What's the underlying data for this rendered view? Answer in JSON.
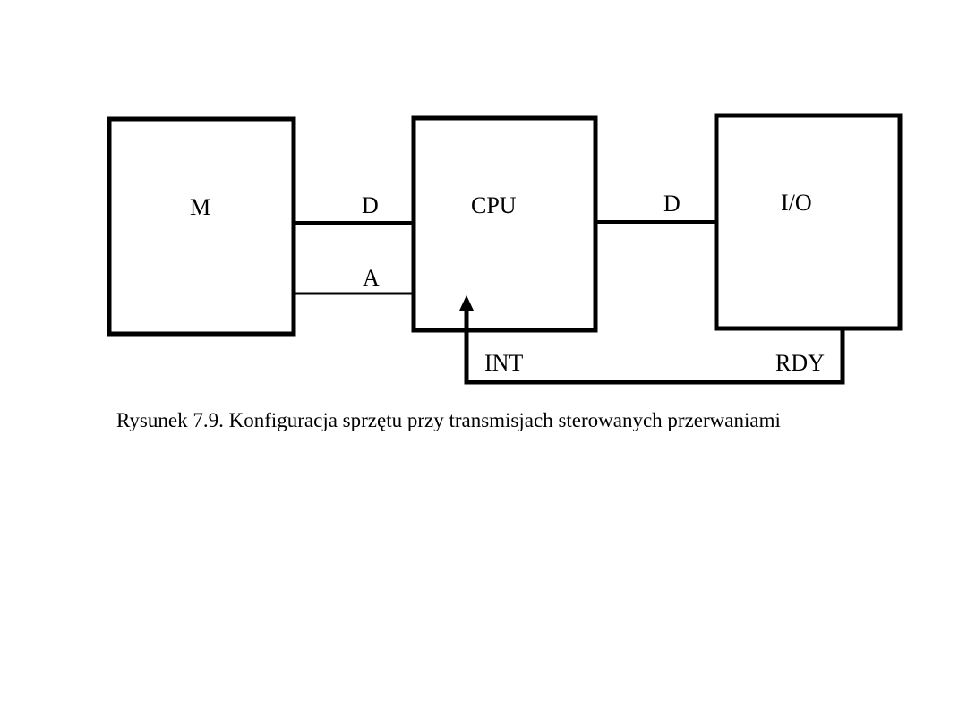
{
  "diagram": {
    "blocks": {
      "memory": "M",
      "cpu": "CPU",
      "io": "I/O"
    },
    "buses": {
      "mem_data": "D",
      "mem_address": "A",
      "io_data": "D"
    },
    "signals": {
      "interrupt": "INT",
      "ready": "RDY"
    },
    "caption": "Rysunek 7.9. Konfiguracja sprzętu przy transmisjach sterowanych przerwaniami",
    "colors": {
      "ink": "#000000",
      "background": "#ffffff"
    }
  }
}
